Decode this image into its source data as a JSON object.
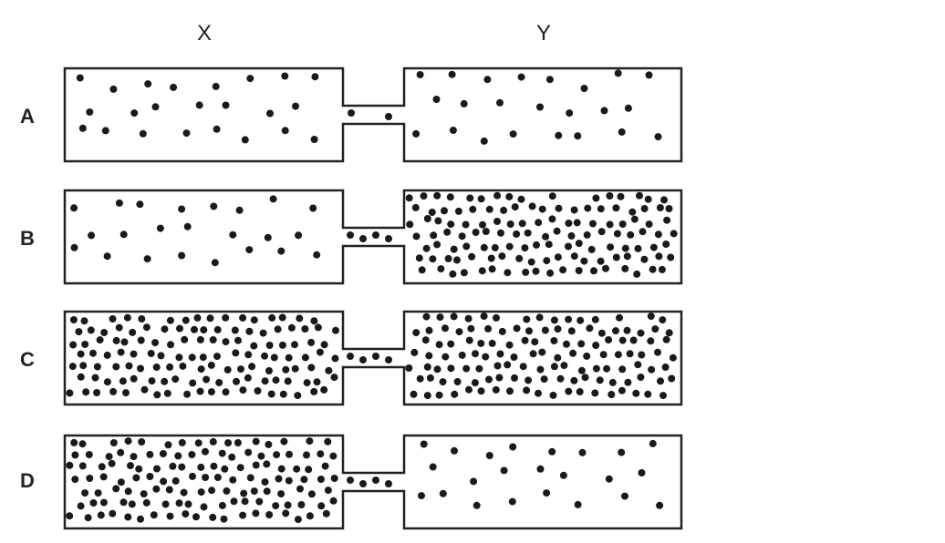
{
  "column_labels": {
    "left": "X",
    "right": "Y"
  },
  "rows": [
    {
      "label": "A",
      "left_density": "low",
      "right_density": "low"
    },
    {
      "label": "B",
      "left_density": "low",
      "right_density": "high"
    },
    {
      "label": "C",
      "left_density": "high",
      "right_density": "high"
    },
    {
      "label": "D",
      "left_density": "high",
      "right_density": "low"
    }
  ],
  "colors": {
    "outline": "#222222",
    "particle": "#1a1a1a",
    "background": "#ffffff"
  }
}
